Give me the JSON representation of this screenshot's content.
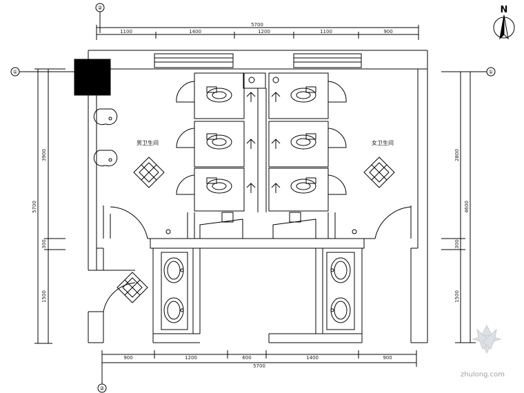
{
  "north_label": "N",
  "grid_labels": {
    "top": "②",
    "bottom": "②",
    "left": "①",
    "right": "①"
  },
  "room_labels": {
    "left": "男卫生间",
    "right": "女卫生间"
  },
  "dims_top_total": "5700",
  "dims_top": [
    "1100",
    "1400",
    "1200",
    "1100",
    "900"
  ],
  "dims_bottom_total": "5700",
  "dims_bottom": [
    "900",
    "1200",
    "600",
    "1400",
    "900"
  ],
  "dims_left": [
    "3900",
    "300",
    "1500"
  ],
  "dims_left_total": "5700",
  "dims_right": [
    "2800",
    "300",
    "1500"
  ],
  "dims_right_total": "4600",
  "watermark": "zhulong.com"
}
